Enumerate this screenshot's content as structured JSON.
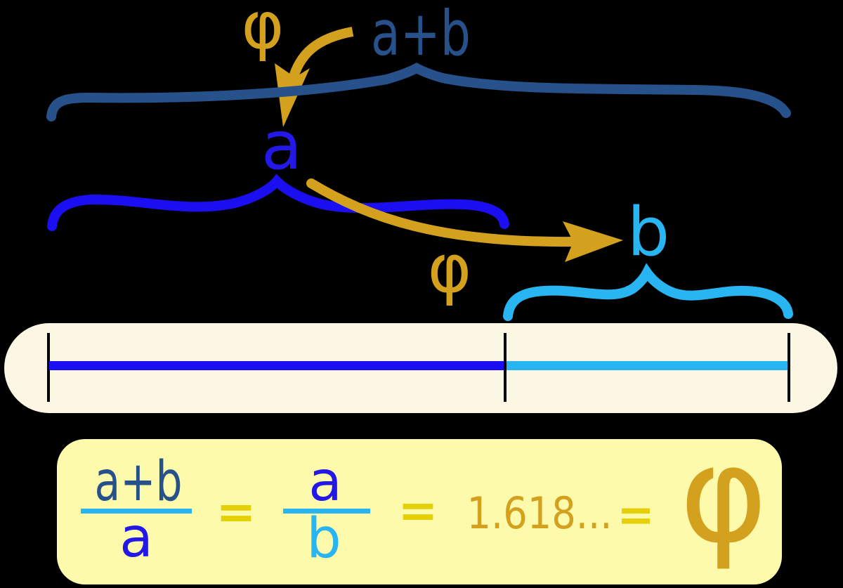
{
  "colors": {
    "background": "#000000",
    "navy": "#27518a",
    "blue": "#1b0ef0",
    "blue_text": "#2318e8",
    "cyan": "#29b4f2",
    "gold": "#d4a11e",
    "equals_yellow": "#e5cf06",
    "bar_cream": "#fbf7e3",
    "box_yellow": "#fdfaab",
    "tick_black": "#000000"
  },
  "diagram": {
    "whole_label": "a+b",
    "a_label": "a",
    "b_label": "b",
    "phi_upper": "φ",
    "phi_lower": "φ"
  },
  "equation": {
    "fraction1": {
      "numerator": "a+b",
      "denominator": "a"
    },
    "equals": "=",
    "fraction2": {
      "numerator": "a",
      "denominator": "b"
    },
    "value": "1.618...",
    "phi": "φ"
  }
}
